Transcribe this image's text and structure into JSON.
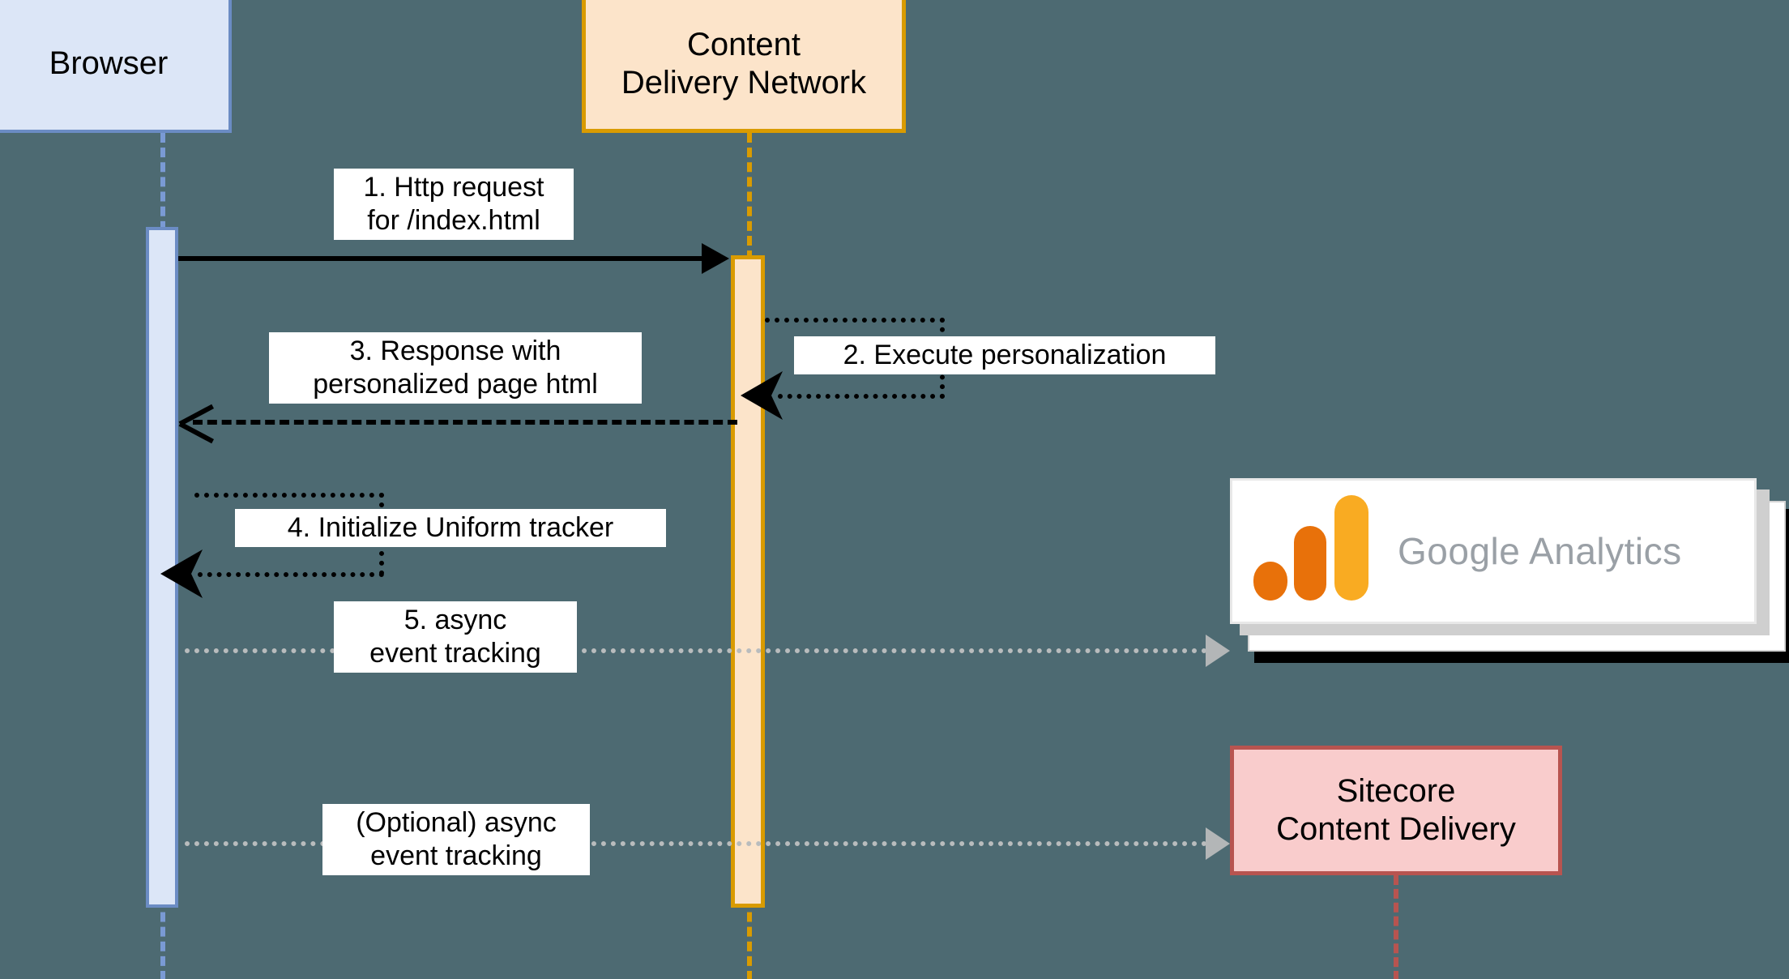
{
  "diagram": {
    "type": "uml-sequence-diagram",
    "background_color": "#4d6a72"
  },
  "participants": [
    {
      "id": "browser",
      "label": "Browser",
      "fill": "#dce6f7",
      "stroke": "#6b8cc4"
    },
    {
      "id": "cdn",
      "label": "Content\nDelivery Network",
      "fill": "#fce4ca",
      "stroke": "#d99b00"
    },
    {
      "id": "google_analytics",
      "label": "Google Analytics",
      "fill": "#ffffff",
      "stroke": "#e8e8e8",
      "logo_colors": [
        "#e8710a",
        "#f9ab22"
      ],
      "text_color": "#9aa0a6"
    },
    {
      "id": "sitecore",
      "label": "Sitecore\nContent Delivery",
      "fill": "#f9cccc",
      "stroke": "#b85450"
    }
  ],
  "messages": [
    {
      "seq": "1",
      "label": "1. Http request\nfor /index.html",
      "from": "browser",
      "to": "cdn",
      "line": "solid",
      "arrow": "filled"
    },
    {
      "seq": "2",
      "label": "2. Execute personalization",
      "from": "cdn",
      "to": "cdn",
      "line": "dotted",
      "arrow": "barbed",
      "self": true
    },
    {
      "seq": "3",
      "label": "3. Response with\npersonalized page html",
      "from": "cdn",
      "to": "browser",
      "line": "dashed",
      "arrow": "open"
    },
    {
      "seq": "4",
      "label": "4. Initialize Uniform tracker",
      "from": "browser",
      "to": "browser",
      "line": "dotted",
      "arrow": "barbed",
      "self": true
    },
    {
      "seq": "5",
      "label": "5. async\nevent tracking",
      "from": "browser",
      "to": "google_analytics",
      "line": "dotted-gray",
      "arrow": "gray"
    },
    {
      "seq": "6",
      "label": "(Optional) async\nevent tracking",
      "from": "browser",
      "to": "sitecore",
      "line": "dotted-gray",
      "arrow": "gray"
    }
  ]
}
